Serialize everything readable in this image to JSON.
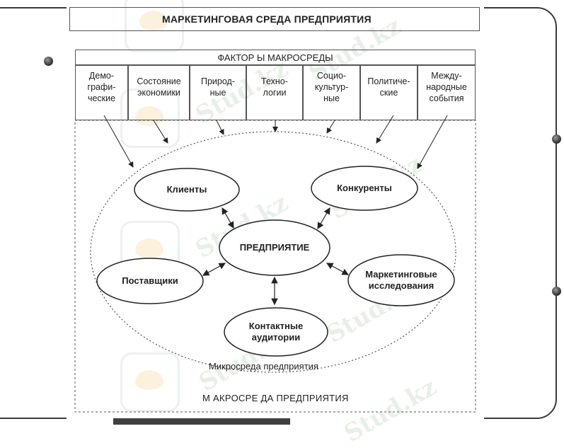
{
  "title": "МАРКЕТИНГОВАЯ СРЕДА ПРЕДПРИЯТИЯ",
  "macro_factors": {
    "header": "ФАКТОР Ы МАКРОСРЕДЫ",
    "items": [
      "Демо-\nграфи-\nческие",
      "Состояние\nэкономики",
      "Природ-\nные",
      "Техно-\nлогии",
      "Социо-\nкультур-\nные",
      "Политиче-\nские",
      "Междy-\nнародные\nсобытия"
    ]
  },
  "micro_elements": {
    "center": "ПРЕДПРИЯТИЕ",
    "clients": "Клиенты",
    "competitors": "Конкуренты",
    "suppliers": "Поставщики",
    "marketing_research": "Маркетинговые\nисследования",
    "contact_audiences": "Контактные\nаудитории"
  },
  "labels": {
    "micro_environment": "Микросреда предприятия",
    "macro_environment": "М АКРОСРЕ ДА ПРЕДПРИЯТИЯ"
  },
  "watermark_text": "Stud.kz",
  "colors": {
    "border": "#555555",
    "text": "#222222",
    "watermark": "#aac8aa"
  },
  "icons": [
    "arrow-down-icon",
    "double-arrow-icon",
    "bullet-icon",
    "watermark-logo-icon"
  ]
}
